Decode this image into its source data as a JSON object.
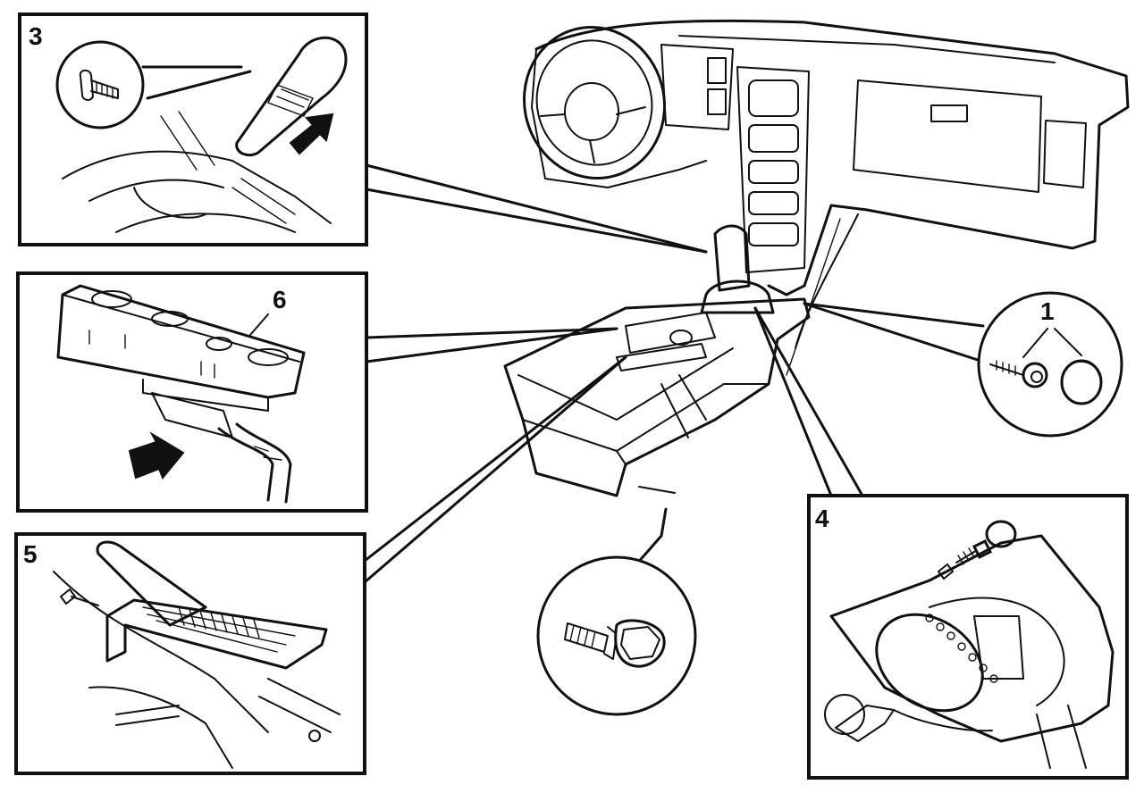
{
  "callouts": {
    "c1": "1",
    "c3": "3",
    "c4": "4",
    "c5": "5",
    "c6": "6"
  },
  "icons": [
    "screw-icon",
    "bolt-icon",
    "cap-icon",
    "arrow-icon",
    "gear-lever-icon",
    "switch-panel-icon",
    "console-icon",
    "dashboard-icon",
    "bulb-holder-icon"
  ]
}
